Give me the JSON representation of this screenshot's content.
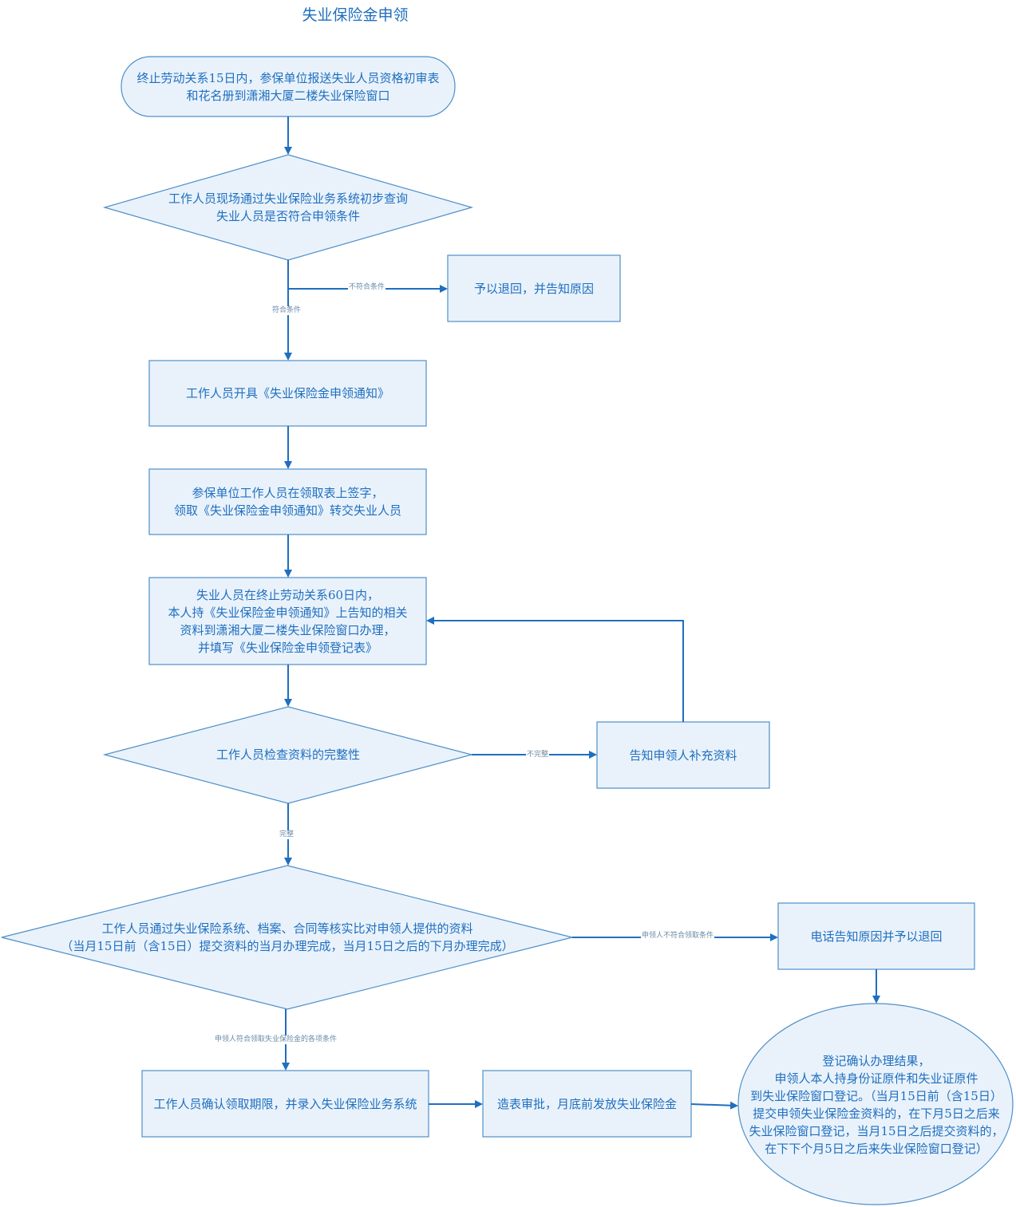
{
  "title": "失业保险金申领",
  "nodes": {
    "start": "终止劳动关系15日内，参保单位报送失业人员资格初审表\n和花名册到潇湘大厦二楼失业保险窗口",
    "check_eligibility": "工作人员现场通过失业保险业务系统初步查询\n失业人员是否符合申领条件",
    "reject_return": "予以退回，并告知原因",
    "issue_notice": "工作人员开具《失业保险金申领通知》",
    "unit_sign": "参保单位工作人员在领取表上签字，\n领取《失业保险金申领通知》转交失业人员",
    "apply_in_person": "失业人员在终止劳动关系60日内，\n本人持《失业保险金申领通知》上告知的相关\n资料到潇湘大厦二楼失业保险窗口办理，\n并填写《失业保险金申领登记表》",
    "check_completeness": "工作人员检查资料的完整性",
    "notify_supplement": "告知申领人补充资料",
    "verify_materials": "工作人员通过失业保险系统、档案、合同等核实比对申领人提供的资料\n（当月15日前（含15日）提交资料的当月办理完成，当月15日之后的下月办理完成）",
    "phone_reject": "电话告知原因并予以退回",
    "confirm_period": "工作人员确认领取期限，并录入失业保险业务系统",
    "approve_pay": "造表审批，月底前发放失业保险金",
    "register_result": "登记确认办理结果，\n申领人本人持身份证原件和失业证原件\n到失业保险窗口登记。（当月15日前（含15日）\n提交申领失业保险金资料的，在下月5日之后来\n失业保险窗口登记，当月15日之后提交资料的，\n在下下个月5日之后来失业保险窗口登记）"
  },
  "edge_labels": {
    "not_eligible": "不符合条件",
    "eligible": "符合条件",
    "incomplete": "不完整",
    "complete": "完整",
    "applicant_not_eligible": "申领人不符合领取条件",
    "applicant_eligible": "申领人符合领取失业保险金的各项条件"
  }
}
